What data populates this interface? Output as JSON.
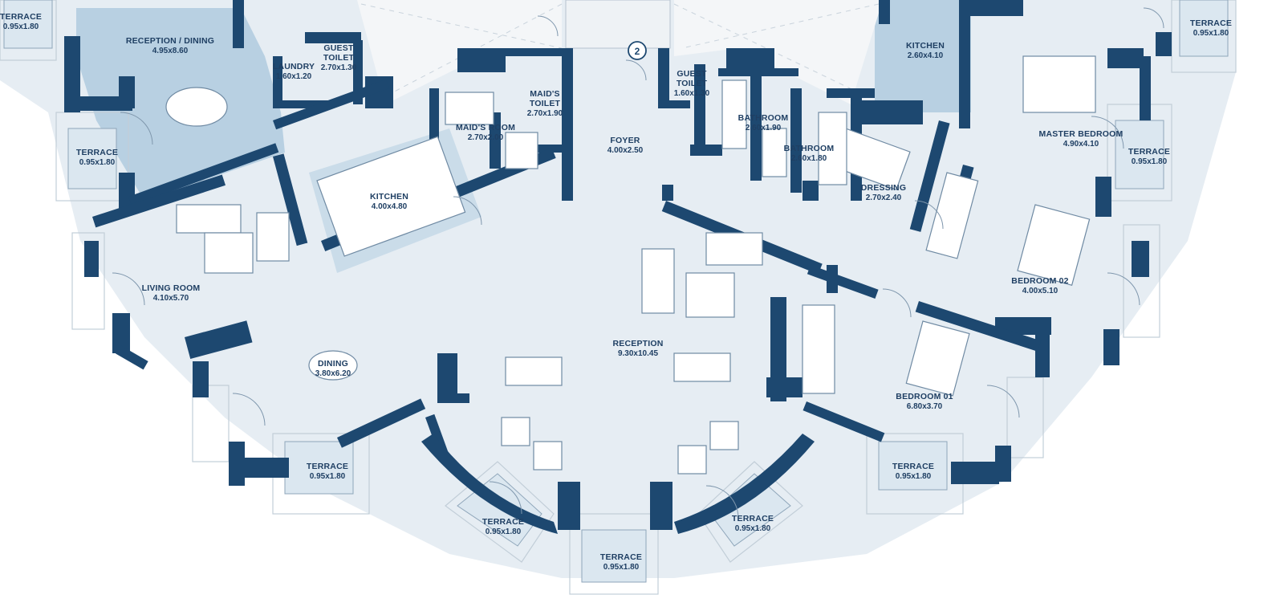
{
  "stair_marker": "2",
  "rooms": [
    {
      "id": "terrace-top-left",
      "name": "TERRACE",
      "dim": "0.95x1.80"
    },
    {
      "id": "reception-dining",
      "name": "RECEPTION / DINING",
      "dim": "4.95x8.60"
    },
    {
      "id": "laundry",
      "name": "LAUNDRY",
      "dim": "1.60x1.20"
    },
    {
      "id": "guest-toilet-left",
      "name": "GUEST TOILET",
      "dim": "2.70x1.30"
    },
    {
      "id": "maids-toilet",
      "name": "MAID'S TOILET",
      "dim": "2.70x1.90"
    },
    {
      "id": "maids-room",
      "name": "MAID'S ROOM",
      "dim": "2.70x2.00"
    },
    {
      "id": "foyer",
      "name": "FOYER",
      "dim": "4.00x2.50"
    },
    {
      "id": "guest-toilet-right",
      "name": "GUEST TOILET",
      "dim": "1.60x1.30"
    },
    {
      "id": "bathroom-1",
      "name": "BATHROOM",
      "dim": "2.60x1.90"
    },
    {
      "id": "bathroom-2",
      "name": "BATHROOM",
      "dim": "2.60x1.80"
    },
    {
      "id": "kitchen-right",
      "name": "KITCHEN",
      "dim": "2.60x4.10"
    },
    {
      "id": "terrace-top-right",
      "name": "TERRACE",
      "dim": "0.95x1.80"
    },
    {
      "id": "master-bedroom",
      "name": "MASTER BEDROOM",
      "dim": "4.90x4.10"
    },
    {
      "id": "terrace-right-master",
      "name": "TERRACE",
      "dim": "0.95x1.80"
    },
    {
      "id": "dressing",
      "name": "DRESSING",
      "dim": "2.70x2.40"
    },
    {
      "id": "terrace-left-upper",
      "name": "TERRACE",
      "dim": "0.95x1.80"
    },
    {
      "id": "kitchen-left",
      "name": "KITCHEN",
      "dim": "4.00x4.80"
    },
    {
      "id": "living-room",
      "name": "LIVING ROOM",
      "dim": "4.10x5.70"
    },
    {
      "id": "reception",
      "name": "RECEPTION",
      "dim": "9.30x10.45"
    },
    {
      "id": "bedroom-02",
      "name": "BEDROOM 02",
      "dim": "4.00x5.10"
    },
    {
      "id": "dining",
      "name": "DINING",
      "dim": "3.80x6.20"
    },
    {
      "id": "bedroom-01",
      "name": "BEDROOM 01",
      "dim": "6.80x3.70"
    },
    {
      "id": "terrace-dining",
      "name": "TERRACE",
      "dim": "0.95x1.80"
    },
    {
      "id": "terrace-bedroom01",
      "name": "TERRACE",
      "dim": "0.95x1.80"
    },
    {
      "id": "terrace-bottom-left",
      "name": "TERRACE",
      "dim": "0.95x1.80"
    },
    {
      "id": "terrace-bottom-right",
      "name": "TERRACE",
      "dim": "0.95x1.80"
    },
    {
      "id": "terrace-bottom-center",
      "name": "TERRACE",
      "dim": "0.95x1.80"
    }
  ]
}
